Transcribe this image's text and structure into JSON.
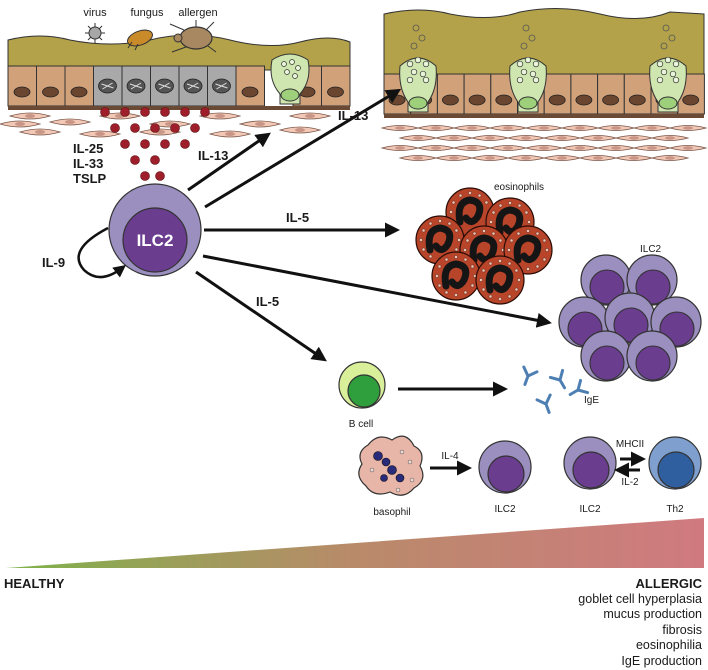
{
  "labels": {
    "virus": "virus",
    "fungus": "fungus",
    "allergen": "allergen",
    "il25": "IL-25",
    "il33": "IL-33",
    "tslp": "TSLP",
    "il13_a": "IL-13",
    "il13_b": "IL-13",
    "il5_a": "IL-5",
    "il5_b": "IL-5",
    "il9": "IL-9",
    "ilc2_center": "ILC2",
    "eosinophils": "eosinophils",
    "ilc2_cluster": "ILC2",
    "bcell": "B cell",
    "ige": "IgE",
    "il4": "IL-4",
    "mhcii": "MHCII",
    "il2": "IL-2",
    "basophil": "basophil",
    "ilc2_bottom_a": "ILC2",
    "ilc2_bottom_b": "ILC2",
    "th2": "Th2"
  },
  "gradient": {
    "start": "HEALTHY",
    "end": "ALLERGIC",
    "colors": [
      "#7fb24a",
      "#b98a6a",
      "#d07a80"
    ]
  },
  "outcomes": [
    "goblet cell hyperplasia",
    "mucus production",
    "fibrosis",
    "eosinophilia",
    "IgE production"
  ],
  "colors": {
    "mucus": "#b3a24a",
    "epithelium": "#d1a27a",
    "nucleus": "#6a4530",
    "stroma": "#f2c8b6",
    "goblet": "#cfe6b0",
    "ilc2_outer": "#9a8fbe",
    "ilc2_inner": "#6a3d8f",
    "eosinophil": "#b8442a",
    "bcell_outer": "#d9ef9a",
    "bcell_inner": "#2f9e3d",
    "th2_outer": "#7fa0cf",
    "th2_inner": "#2f5f9e",
    "cytokine": "#9e1f2a",
    "antibody": "#4d7fb3"
  }
}
